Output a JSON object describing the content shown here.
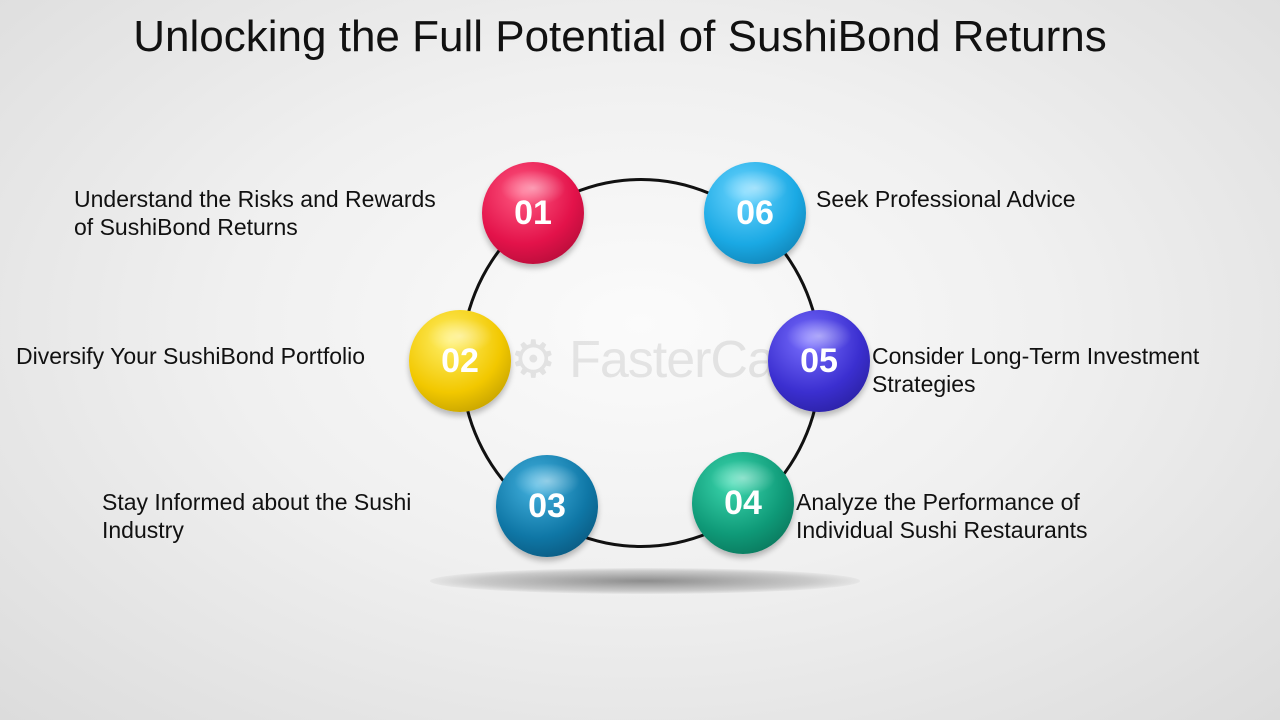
{
  "title": "Unlocking the Full Potential of SushiBond Returns",
  "watermark": "FasterCapital",
  "steps": [
    {
      "number": "01",
      "label_lines": [
        "Understand the Risks and Rewards",
        "of SushiBond Returns"
      ],
      "color": "#e3124a"
    },
    {
      "number": "02",
      "label_lines": [
        "Diversify Your SushiBond Portfolio"
      ],
      "color": "#f2c800"
    },
    {
      "number": "03",
      "label_lines": [
        "Stay Informed about the Sushi",
        "Industry"
      ],
      "color": "#0f77a6"
    },
    {
      "number": "04",
      "label_lines": [
        "Analyze the Performance of",
        "Individual Sushi Restaurants"
      ],
      "color": "#0f9a78"
    },
    {
      "number": "05",
      "label_lines": [
        "Consider Long-Term Investment",
        "Strategies"
      ],
      "color": "#3b2fd0"
    },
    {
      "number": "06",
      "label_lines": [
        "Seek Professional Advice"
      ],
      "color": "#1aa9e4"
    }
  ]
}
